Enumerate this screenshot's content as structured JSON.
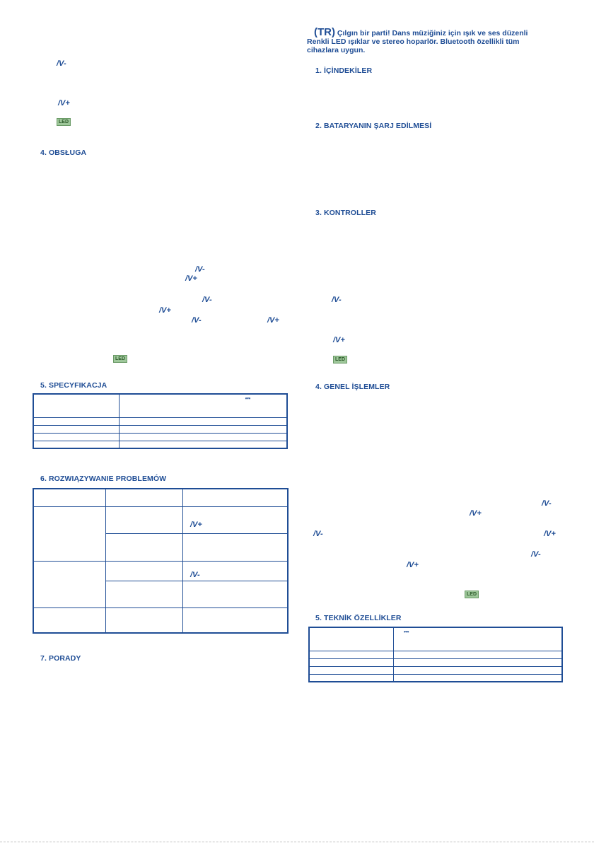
{
  "symbols": {
    "vol_minus": "/V-",
    "vol_plus": "/V+",
    "led_button": "LED",
    "dc_symbol": "⎓"
  },
  "left_column": {
    "sections": {
      "operation": "4. OBSŁUGA",
      "specification": "5. SPECYFIKACJA",
      "troubleshooting": "6. ROZWIĄZYWANIE PROBLEMÓW",
      "tips": "7. PORADY"
    }
  },
  "right_column": {
    "lang_code": "(TR)",
    "intro_line1": "Çılgın bir parti! Dans müziğiniz için ışık ve ses düzenli",
    "intro_line2": "Renkli LED ışıklar ve stereo hoparlör. Bluetooth özellikli tüm",
    "intro_line3": "cihazlara uygun.",
    "sections": {
      "contents": "1. İÇİNDEKİLER",
      "charging": "2. BATARYANIN ŞARJ EDİLMESİ",
      "controls": "3. KONTROLLER",
      "general": "4. GENEL İŞLEMLER",
      "technical": "5. TEKNİK ÖZELLİKLER"
    }
  }
}
